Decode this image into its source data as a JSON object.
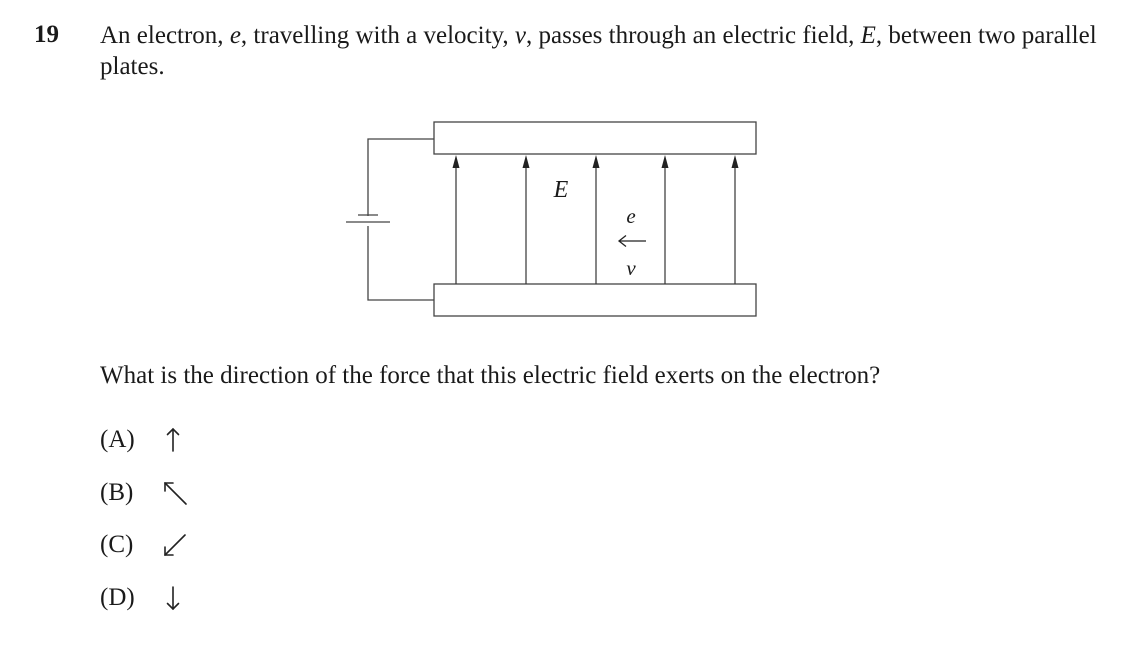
{
  "question": {
    "number": "19",
    "stem": "An electron, e, travelling with a velocity, v, passes through an electric field, E, between two parallel plates.",
    "stem_parts": {
      "p1": "An electron, ",
      "e": "e",
      "p2": ", travelling with a velocity, ",
      "v": "v",
      "p3": ", passes through an electric field, ",
      "E": "E",
      "p4": ", between two parallel plates."
    },
    "prompt": "What is the direction of the force that this electric field exerts on the electron?"
  },
  "diagram": {
    "field_label": "E",
    "electron_label": "e",
    "velocity_label": "v",
    "field_direction": "up",
    "velocity_direction": "left"
  },
  "options": [
    {
      "letter": "(A)",
      "direction": "up",
      "icon": "arrow-up-icon"
    },
    {
      "letter": "(B)",
      "direction": "up-left",
      "icon": "arrow-up-left-icon"
    },
    {
      "letter": "(C)",
      "direction": "down-left",
      "icon": "arrow-down-left-icon"
    },
    {
      "letter": "(D)",
      "direction": "down",
      "icon": "arrow-down-icon"
    }
  ]
}
